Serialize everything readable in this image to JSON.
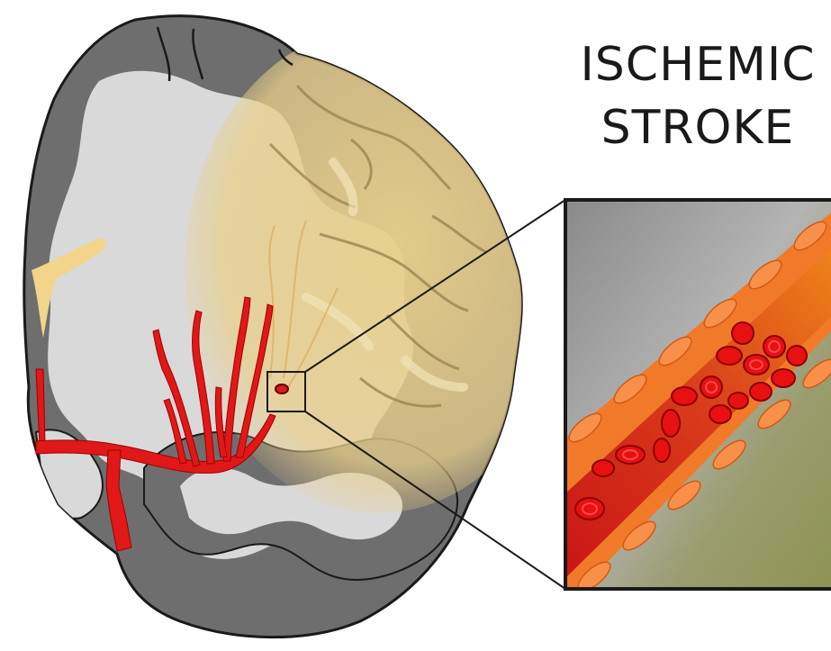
{
  "title": {
    "line1": "ISCHEMIC",
    "line2": "STROKE"
  },
  "colors": {
    "background": "#ffffff",
    "cortex_gray": "#6e6e6e",
    "white_matter": "#d9d9d9",
    "ischemic_region": "#e9cf8a",
    "artery_red": "#e01818",
    "vessel_wall": "#f07a2a",
    "blood_cell": "#e81010",
    "outline": "#1a1a1a"
  },
  "illustration": {
    "subject": "brain-coronal-section",
    "inset": "occluded-artery-with-clot"
  }
}
